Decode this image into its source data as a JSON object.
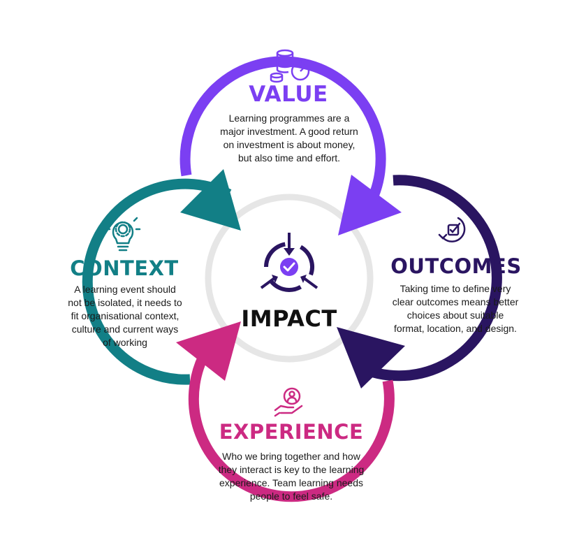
{
  "center": {
    "title": "IMPACT",
    "icon": "target-check-icon"
  },
  "sections": {
    "value": {
      "title": "VALUE",
      "color": "#7b3ff2",
      "icon": "coins-stopwatch-icon",
      "lines": [
        "Learning programmes are a",
        "major investment. A good return",
        "on investment is about money,",
        "but also time and effort."
      ]
    },
    "outcomes": {
      "title": "OUTCOMES",
      "color": "#2a1561",
      "icon": "circular-check-icon",
      "lines": [
        "Taking time to define very",
        "clear outcomes means better",
        "choices about suitable",
        "format, location, and design."
      ]
    },
    "experience": {
      "title": "EXPERIENCE",
      "color": "#cc2a82",
      "icon": "hand-person-icon",
      "lines": [
        "Who we bring together and how",
        "they interact is key to the learning",
        "experience. Team learning needs",
        "people to feel safe."
      ]
    },
    "context": {
      "title": "CONTEXT",
      "color": "#127f86",
      "icon": "lightbulb-gear-icon",
      "lines": [
        "A learning event should",
        "not be isolated, it needs to",
        "fit organisational context,",
        "culture and current ways",
        "of working"
      ]
    }
  }
}
